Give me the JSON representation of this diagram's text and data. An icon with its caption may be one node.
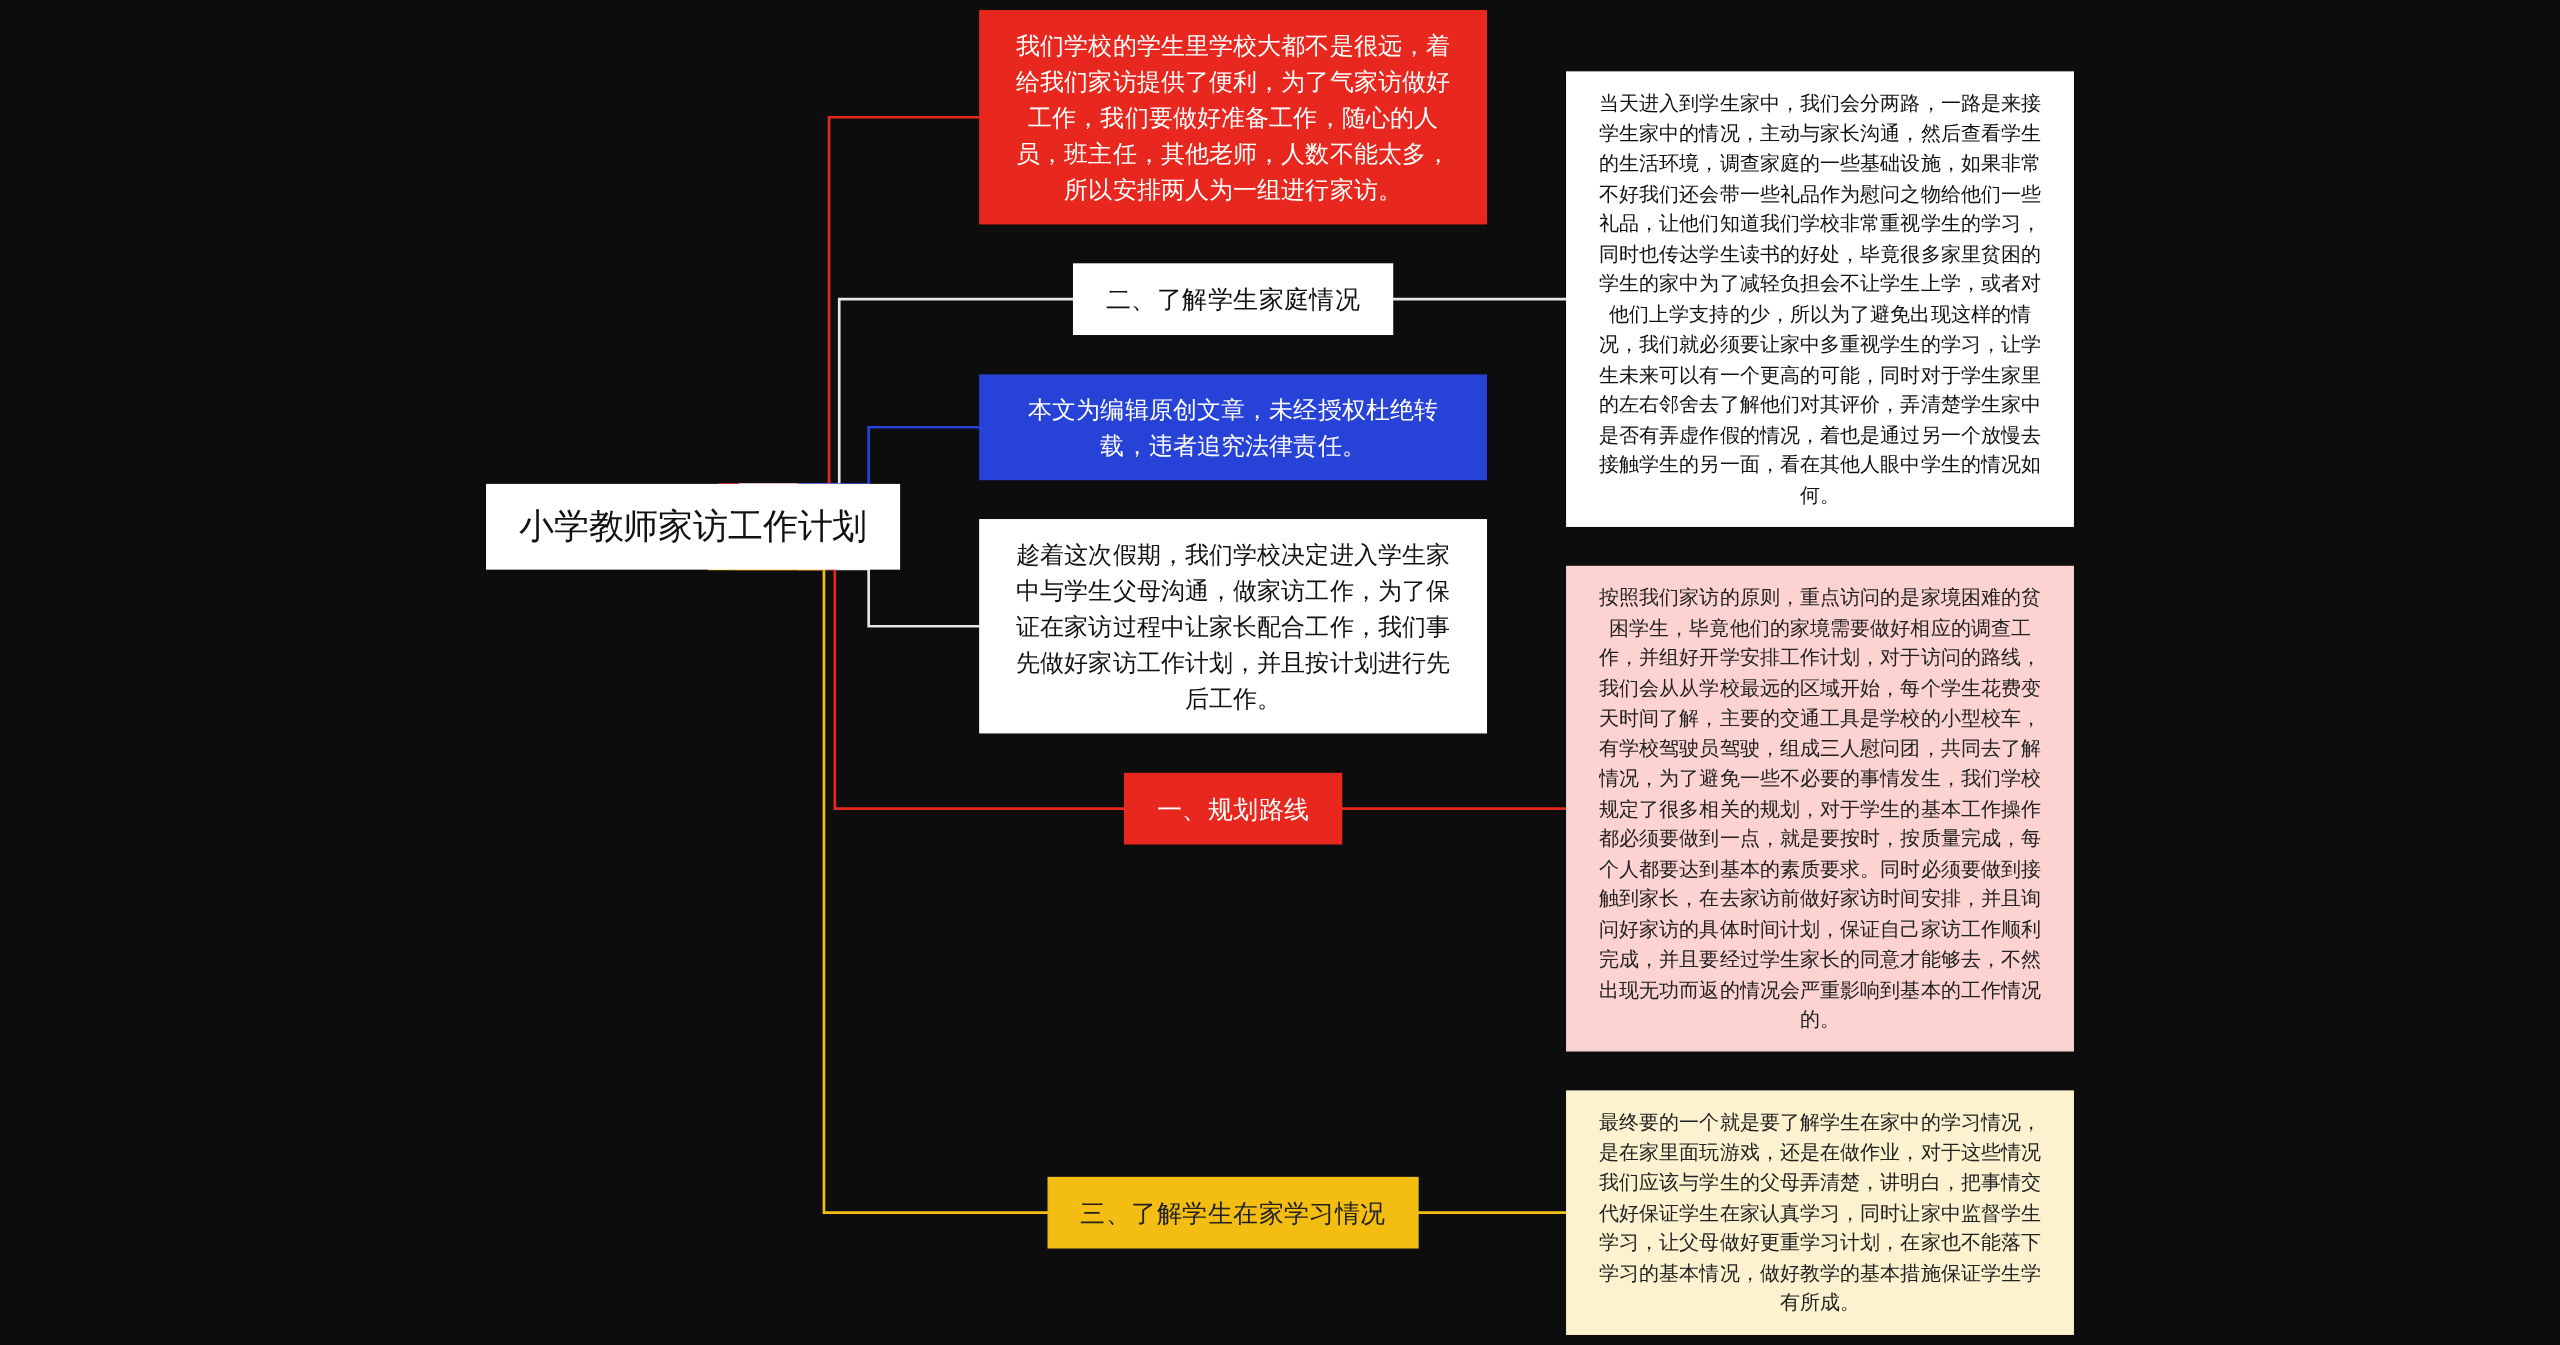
{
  "diagram": {
    "nodes": [
      {
        "text": [
          "小学教师家访工作计划"
        ]
      },
      {
        "text": [
          "我们学校的学生里学校大都不是很远，着给我们家访提供了便利，为了气家访做好工作，我们要做好准备工作，随心的人员，班主任，其他老师，人数不能太多，所以安排两人为一组进行家访。"
        ]
      },
      {
        "text": [
          "二、了解学生家庭情况"
        ]
      },
      {
        "text": [
          "当天进入到学生家中，我们会分两路，一路是来接学生家中的情况，主动与家长沟通，然后查看学生的生活环境，调查家庭的一些基础设施，如果非常不好我们还会带一些礼品作为慰问之物给他们一些礼品，让他们知道我们学校非常重视学生的学习，同时也传达学生读书的好处，毕竟很多家里贫困的学生的家中为了减轻负担会不让学生上学，或者对他们上学支持的少，所以为了避免出现这样的情况，我们就必须要让家中多重视学生的学习，让学生未来可以有一个更高的可能，同时对于学生家里的左右邻舍去了解他们对其评价，弄清楚学生家中是否有弄虚作假的情况，着也是通过另一个放慢去接触学生的另一面，看在其他人眼中学生的情况如何。"
        ]
      },
      {
        "text": [
          "本文为编辑原创文章，未经授权杜绝转载，违者追究法律责任。"
        ]
      },
      {
        "text": [
          "趁着这次假期，我们学校决定进入学生家中与学生父母沟通，做家访工作，为了保证在家访过程中让家长配合工作，我们事先做好家访工作计划，并且按计划进行先后工作。"
        ]
      },
      {
        "text": [
          "一、规划路线"
        ]
      },
      {
        "text": [
          "按照我们家访的原则，重点访问的是家境困难的贫困学生，毕竟他们的家境需要做好相应的调查工作，并组好开学安排工作计划，对于访问的路线，我们会从从学校最远的区域开始，每个学生花费变天时间了解，主要的交通工具是学校的小型校车，有学校驾驶员驾驶，组成三人慰问团，共同去了解情况，为了避免一些不必要的事情发生，我们学校规定了很多相关的规划，对于学生的基本工作操作都必须要做到一点，就是要按时，按质量完成，每个人都要达到基本的素质要求。同时必须要做到接触到家长，在去家访前做好家访时间安排，并且询问好家访的具体时间计划，保证自己家访工作顺利完成，并且要经过学生家长的同意才能够去，不然出现无功而返的情况会严重影响到基本的工作情况的。"
        ]
      },
      {
        "text": [
          "三、了解学生在家学习情况"
        ]
      },
      {
        "text": [
          "最终要的一个就是要了解学生在家中的学习情况，是在家里面玩游戏，还是在做作业，对于这些情况我们应该与学生的父母弄清楚，讲明白，把事情交代好保证学生在家认真学习，同时让家中监督学生学习，让父母做好更重学习计划，在家也不能落下学习的基本情况，做好教学的基本措施保证学生学有所成。"
        ]
      }
    ],
    "edges": [
      {
        "from": 0,
        "to": 1,
        "arrow": "none",
        "color": "#e8281e"
      },
      {
        "from": 0,
        "to": 2,
        "arrow": "none",
        "color": "#e6e6e6"
      },
      {
        "from": 2,
        "to": 3,
        "arrow": "none",
        "color": "#e6e6e6"
      },
      {
        "from": 0,
        "to": 4,
        "arrow": "none",
        "color": "#2742d6"
      },
      {
        "from": 0,
        "to": 5,
        "arrow": "none",
        "color": "#e6e6e6"
      },
      {
        "from": 0,
        "to": 6,
        "arrow": "none",
        "color": "#e8281e"
      },
      {
        "from": 6,
        "to": 7,
        "arrow": "none",
        "color": "#e8281e"
      },
      {
        "from": 0,
        "to": 8,
        "arrow": "none",
        "color": "#f3bd12"
      },
      {
        "from": 8,
        "to": 9,
        "arrow": "none",
        "color": "#f3bd12"
      }
    ]
  }
}
